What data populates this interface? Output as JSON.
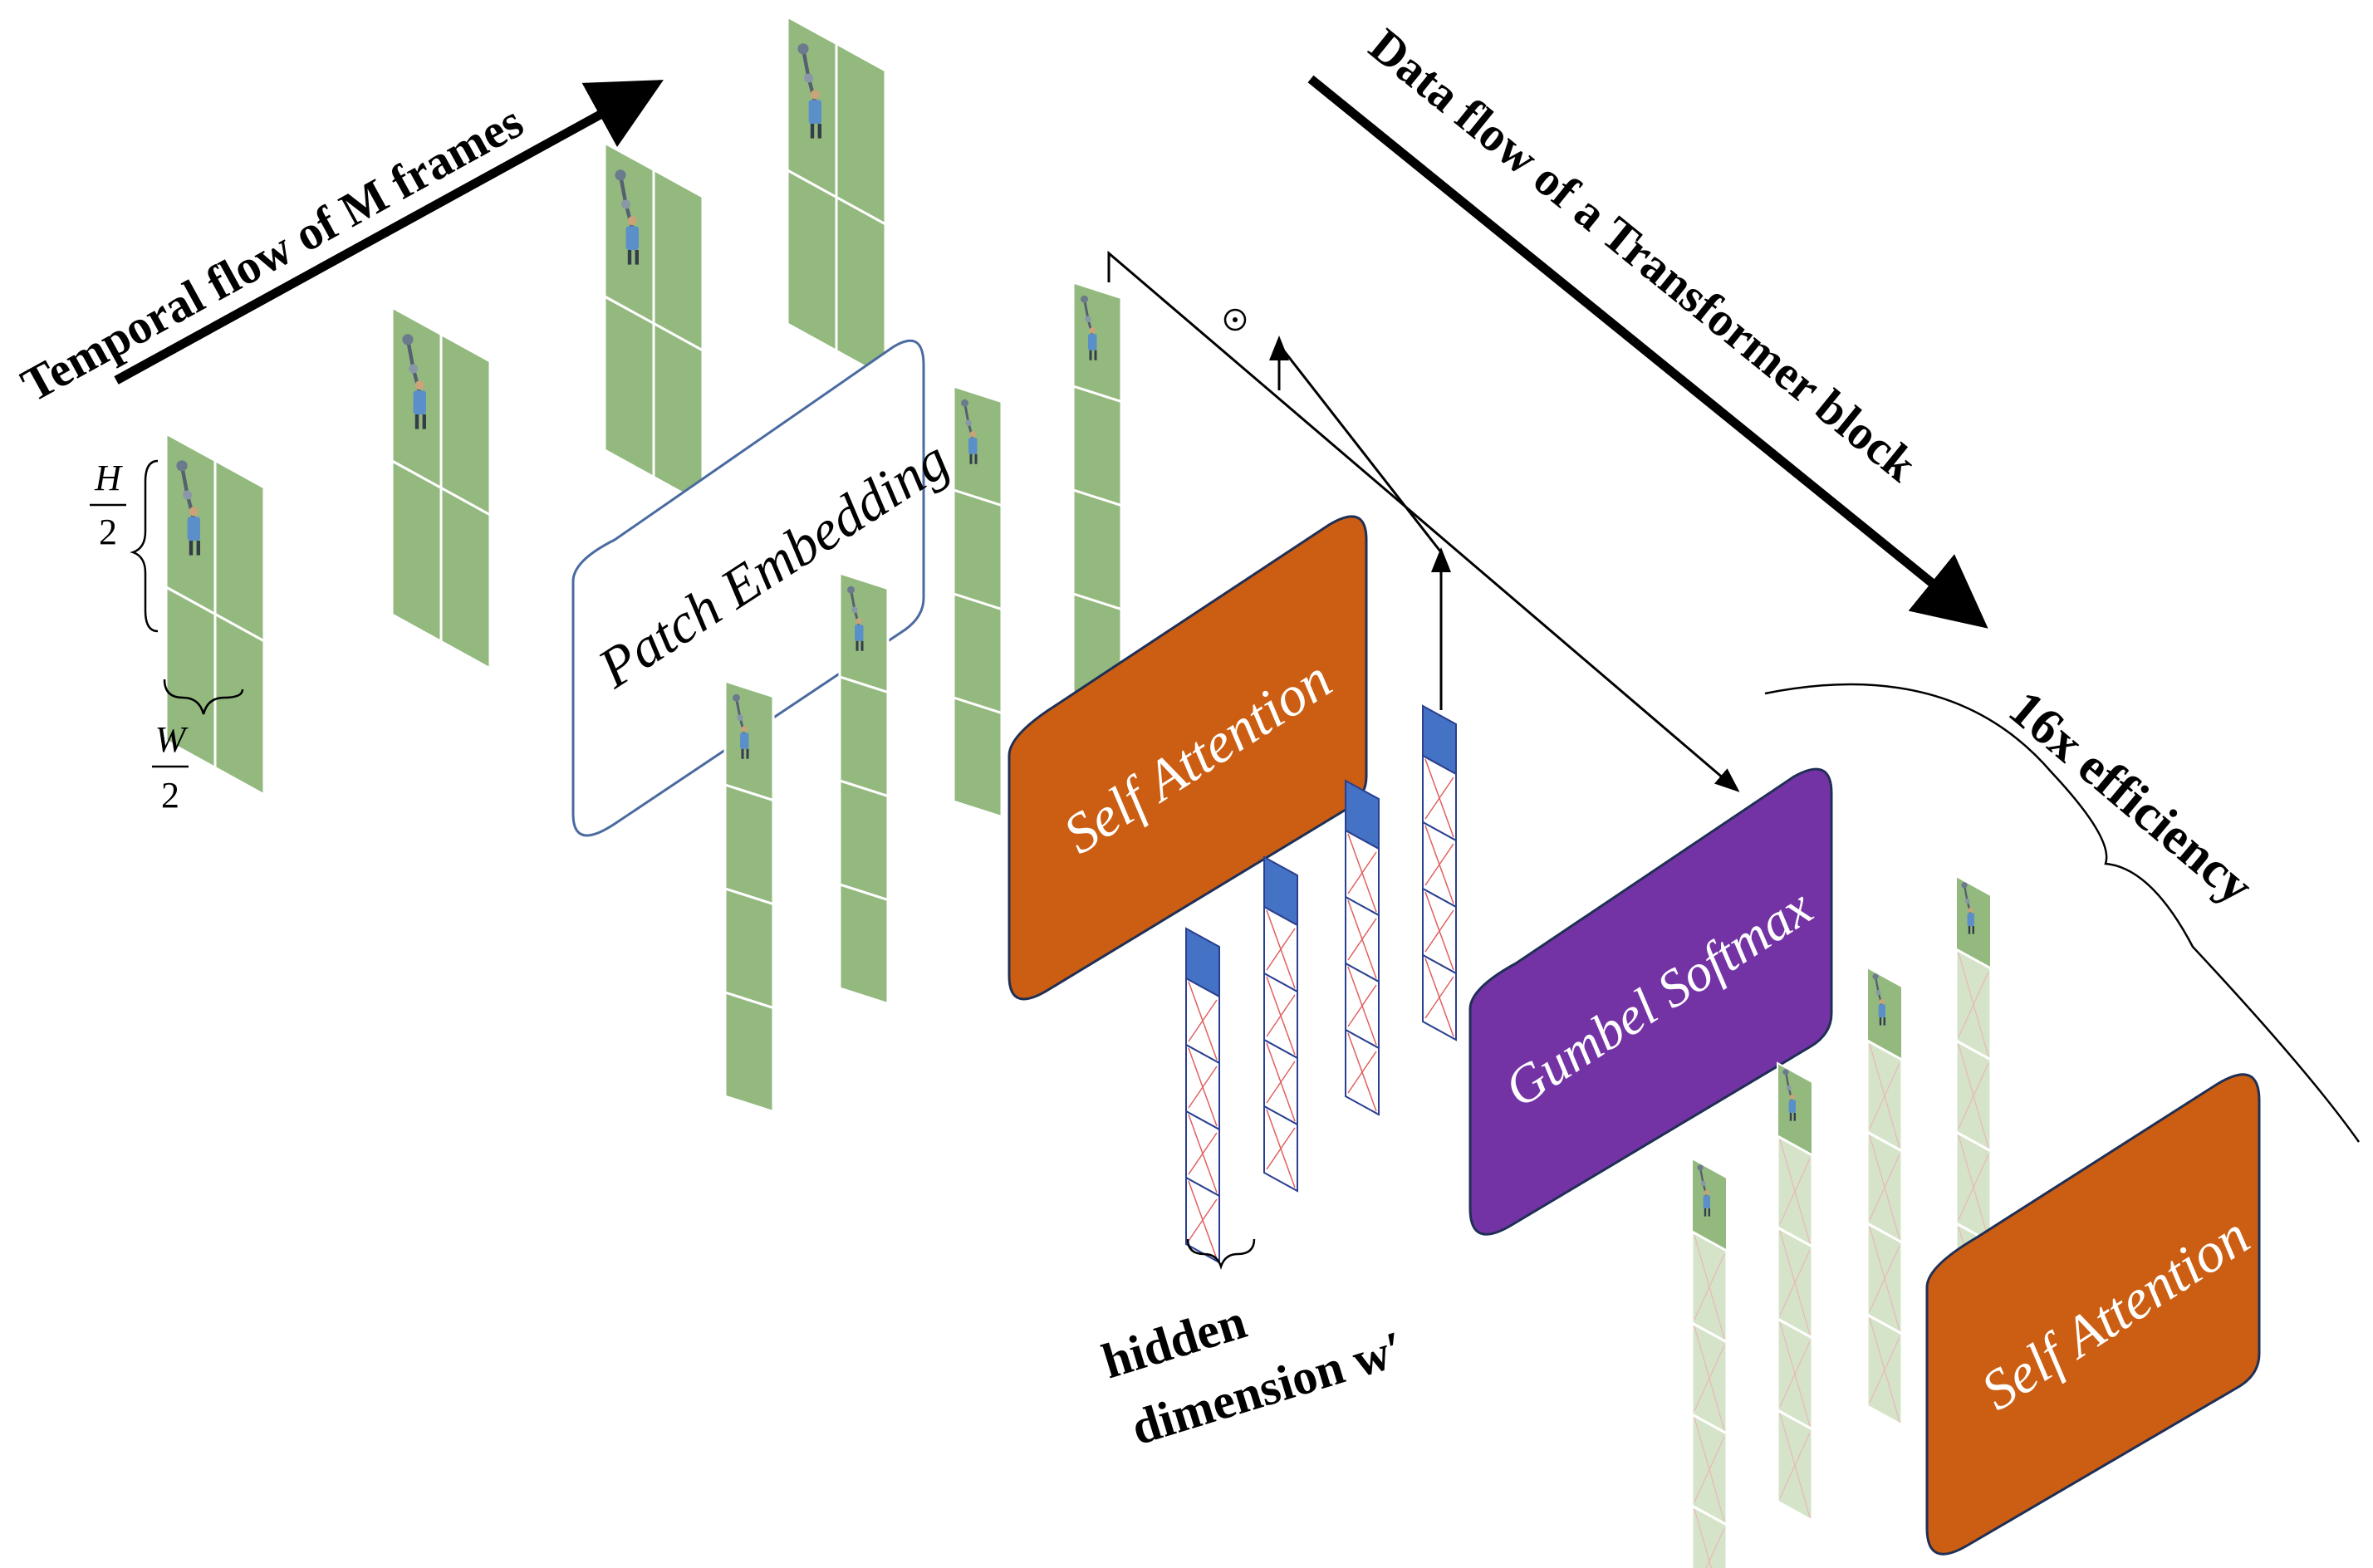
{
  "labels": {
    "temporal_flow": "Temporal flow of M frames",
    "data_flow": "Data flow of a Transformer block",
    "patch_embedding": "Patch Embedding",
    "self_attention_1": "Self Attention",
    "gumbel_softmax": "Gumbel Softmax",
    "self_attention_2": "Self Attention",
    "efficiency": "16x efficiency",
    "hidden_line1": "hidden",
    "hidden_line2": "dimension w′",
    "hadamard": "⊙"
  },
  "dims": {
    "h_num": "H",
    "h_den": "2",
    "w_num": "W",
    "w_den": "2"
  },
  "colors": {
    "patch_green": "#93b97f",
    "patch_faded": "#d5e4c8",
    "self_attention": "#cb5e12",
    "gumbel_softmax": "#7433a4",
    "token_blue": "#4472c4",
    "token_cross": "#e06060",
    "token_border": "#2a3f8f",
    "embed_border": "#4a6aa0"
  },
  "icons": {
    "robot_arm": "robot-arm-icon"
  }
}
